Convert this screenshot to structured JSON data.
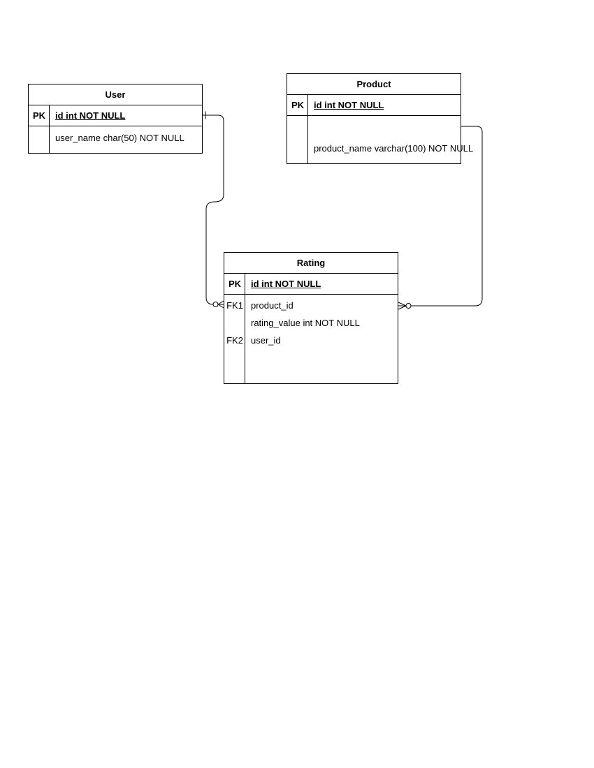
{
  "page": {
    "background": "#ffffff",
    "stroke_color": "#000000"
  },
  "diagram": {
    "type": "entity-relationship",
    "entities": [
      {
        "title": "User",
        "rows": [
          {
            "key": "PK",
            "text": "id int NOT NULL"
          },
          {
            "key": "",
            "text": "user_name char(50) NOT NULL"
          }
        ]
      },
      {
        "title": "Product",
        "rows": [
          {
            "key": "PK",
            "text": "id int NOT NULL"
          },
          {
            "key": "",
            "text": "product_name varchar(100) NOT NULL"
          }
        ]
      },
      {
        "title": "Rating",
        "rows": [
          {
            "key": "PK",
            "text": "id int NOT NULL"
          },
          {
            "key": "FK1",
            "text": "product_id"
          },
          {
            "key": "",
            "text": "rating_value int NOT NULL"
          },
          {
            "key": "FK2",
            "text": "user_id"
          }
        ]
      }
    ],
    "relationships": [
      {
        "from_entity": "User",
        "to_entity": "Rating",
        "from_marker": "single-tick",
        "from_cardinality": "one",
        "to_marker": "circle-crowsfoot",
        "to_cardinality": "zero-or-many"
      },
      {
        "from_entity": "Product",
        "to_entity": "Rating",
        "from_marker": "none",
        "from_cardinality": "unspecified",
        "to_marker": "circle-crowsfoot",
        "to_cardinality": "zero-or-many"
      }
    ]
  }
}
